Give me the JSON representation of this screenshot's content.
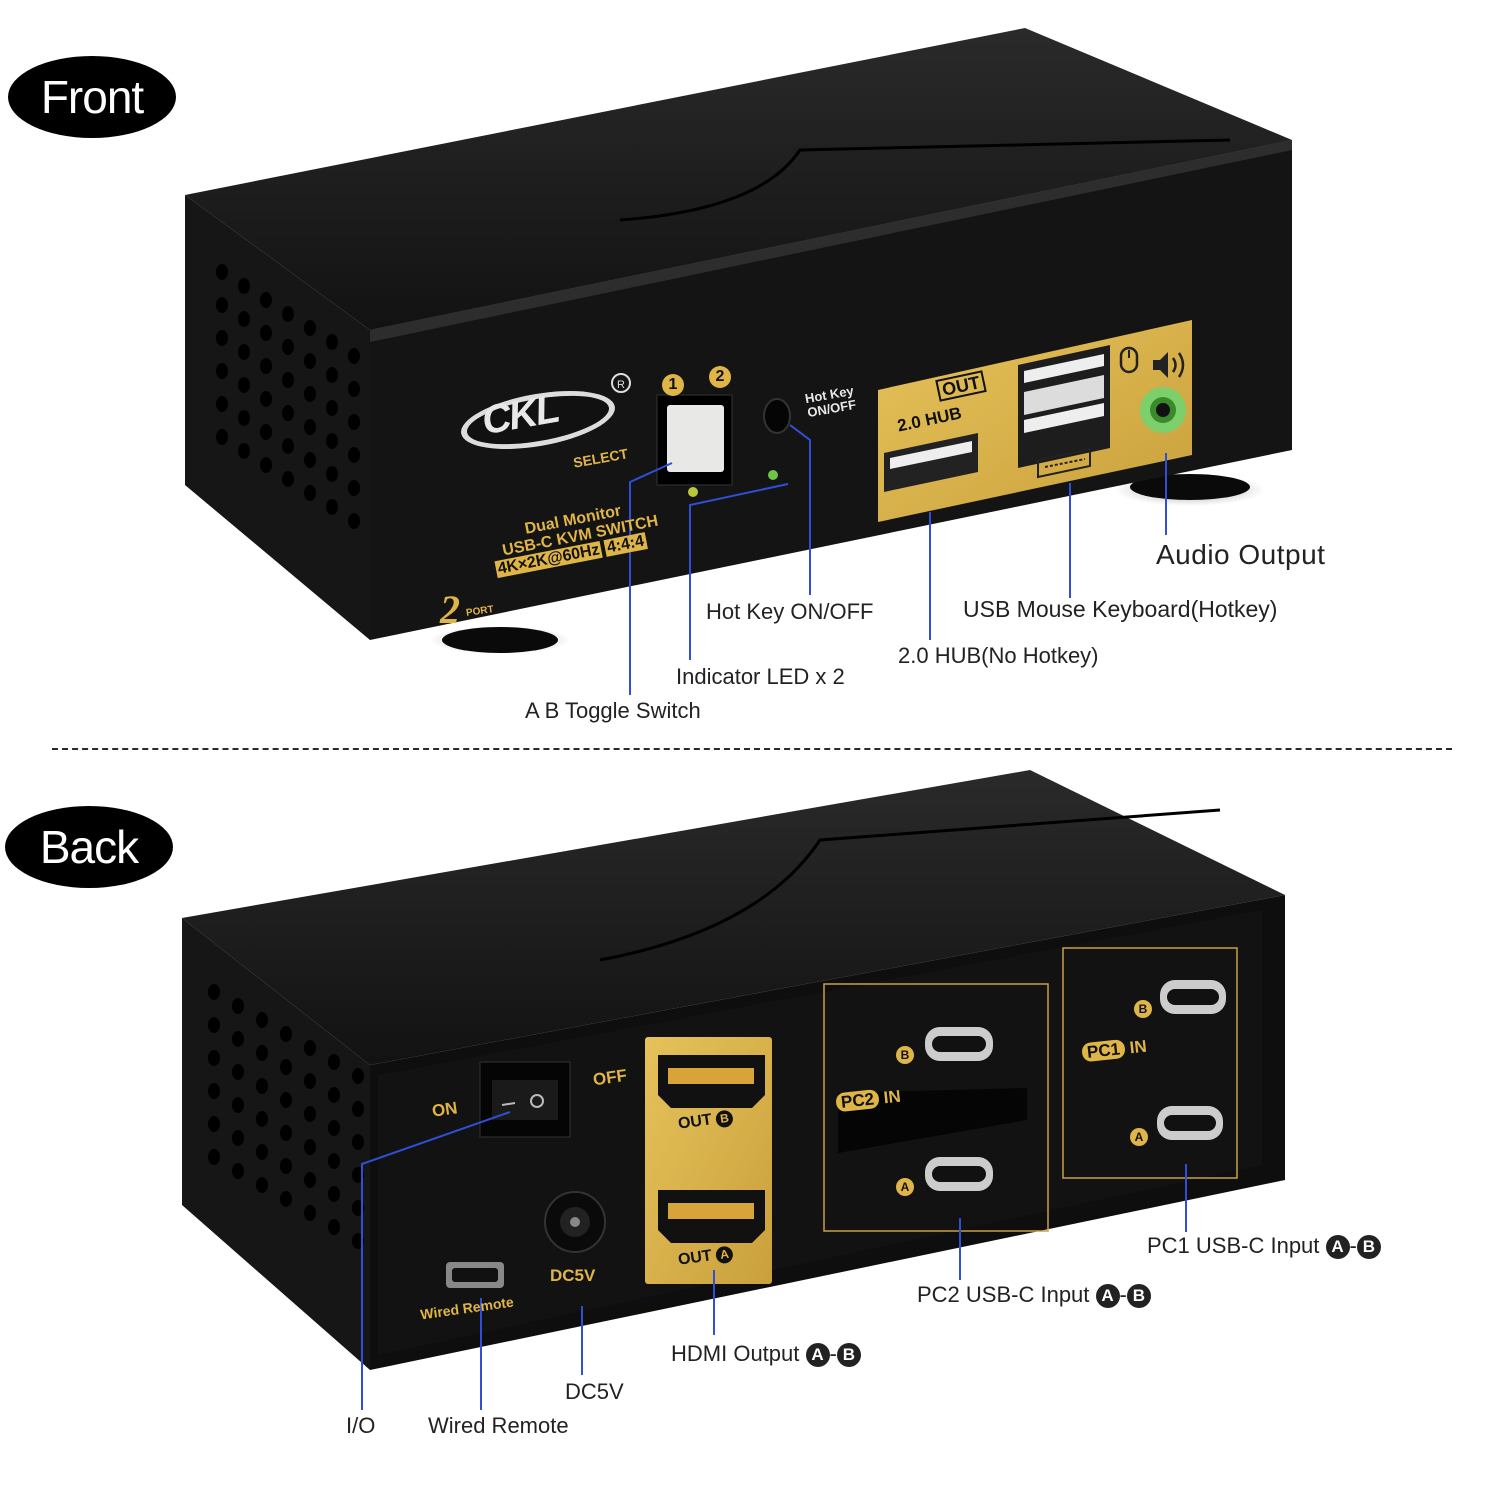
{
  "front": {
    "title": "Front",
    "brand": "CKL",
    "port_numbers": [
      "1",
      "2"
    ],
    "select_label": "SELECT",
    "hotkey_label": [
      "Hot Key",
      "ON/OFF"
    ],
    "out_label": "OUT",
    "hub_label": "2.0 HUB",
    "product_lines": [
      "Dual Monitor",
      "USB-C KVM SWITCH",
      "4K×2K@60Hz",
      "4:4:4"
    ],
    "port_count": "2",
    "port_word": "PORT",
    "callouts": {
      "audio_output": "Audio Output",
      "usb_mouse_keyboard": "USB Mouse Keyboard(Hotkey)",
      "hub_no_hotkey": "2.0 HUB(No Hotkey)",
      "hotkey_onoff": "Hot Key ON/OFF",
      "indicator_led": "Indicator LED x 2",
      "ab_toggle": "A B Toggle Switch"
    }
  },
  "back": {
    "title": "Back",
    "switch_on": "ON",
    "switch_off": "OFF",
    "out_label": "OUT",
    "port_a": "A",
    "port_b": "B",
    "dc_label": "DC5V",
    "wired_remote_label": "Wired Remote",
    "pc1_label": "PC1",
    "pc2_label": "PC2",
    "in_label": "IN",
    "callouts": {
      "pc1_input": "PC1 USB-C Input",
      "pc2_input": "PC2 USB-C Input",
      "hdmi_output": "HDMI Output",
      "dc5v": "DC5V",
      "io": "I/O",
      "wired_remote": "Wired Remote",
      "a_glyph": "A",
      "b_glyph": "B",
      "dash": "-"
    }
  },
  "colors": {
    "gold": "#d9b24a",
    "body": "#121212",
    "callout_line": "#2f4fd6",
    "led_green": "#6fc24a",
    "audio_green": "#7ccf6a"
  }
}
